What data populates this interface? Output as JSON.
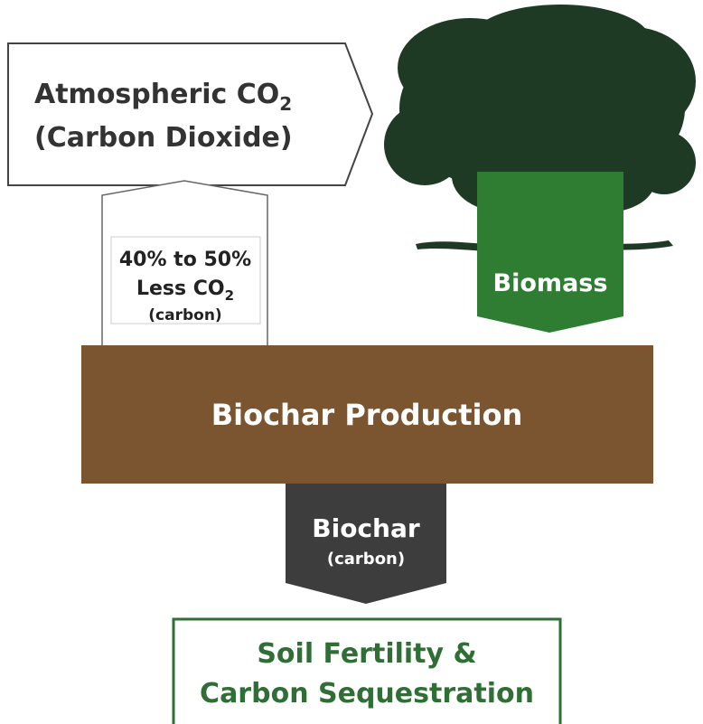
{
  "atmosphere": {
    "line1": "Atmospheric CO",
    "line1_sub": "2",
    "line2": "(Carbon Dioxide)"
  },
  "release": {
    "line1": "40% to 50%",
    "line2": "Less CO",
    "line2_sub": "2",
    "line3": "(carbon)"
  },
  "biomass": {
    "label": "Biomass"
  },
  "production": {
    "label": "Biochar Production"
  },
  "biochar": {
    "label": "Biochar",
    "sublabel": "(carbon)"
  },
  "soil": {
    "line1": "Soil Fertility &",
    "line2": "Carbon Sequestration"
  },
  "colors": {
    "tree": "#1e3a24",
    "biomass_green": "#2e7d32",
    "production_brown": "#7a5530",
    "biochar_dark": "#3d3d3d",
    "soil_green": "#2f6e34",
    "outline": "#444444"
  }
}
